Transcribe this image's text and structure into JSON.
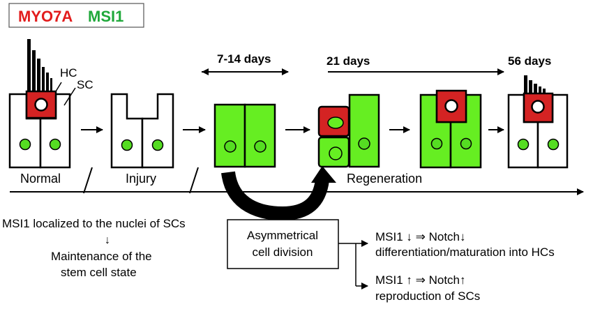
{
  "legend": {
    "marker1": "MYO7A",
    "marker2": "MSI1",
    "marker1_color": "#e21c1c",
    "marker2_color": "#1fa83a"
  },
  "cell_labels": {
    "hair_cell": "HC",
    "support_cell": "SC"
  },
  "timeline": {
    "period1": "7-14 days",
    "period2": "21 days",
    "period3": "56 days"
  },
  "stages": {
    "normal": "Normal",
    "injury": "Injury",
    "regeneration": "Regeneration"
  },
  "left_note": {
    "line1": "MSI1 localized to the nuclei of SCs",
    "arrow": "↓",
    "line2": "Maintenance of the",
    "line3": "stem cell state"
  },
  "division_box": {
    "line1": "Asymmetrical",
    "line2": "cell division"
  },
  "outcomes": {
    "down_line1": "MSI1 ↓ ⇒ Notch↓",
    "down_line2": "differentiation/maturation into HCs",
    "up_line1": "MSI1 ↑ ⇒ Notch↑",
    "up_line2": "reproduction of SCs"
  },
  "colors": {
    "hair_cell_fill": "#d42323",
    "support_green": "#66ee22",
    "nucleus_green": "#55dd22"
  }
}
